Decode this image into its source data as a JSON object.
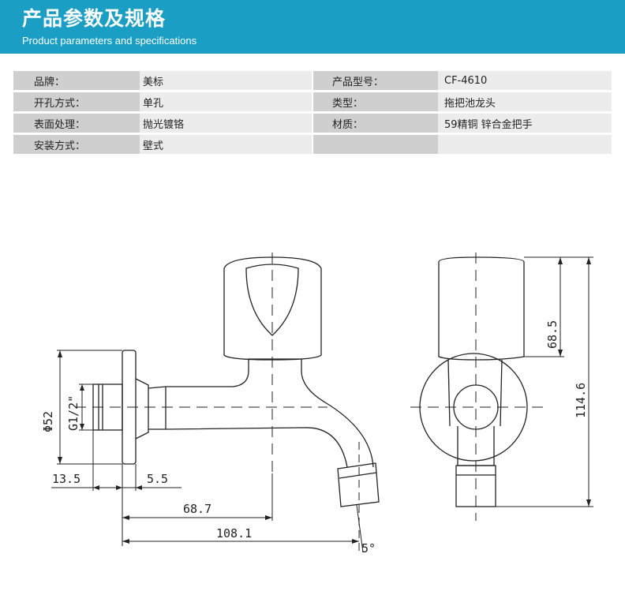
{
  "header": {
    "title": "产品参数及规格",
    "subtitle": "Product parameters and specifications",
    "color": "#1a9ec4"
  },
  "specs": [
    {
      "label": "品牌：",
      "value": "美标",
      "label2": "产品型号：",
      "value2": "CF-4610"
    },
    {
      "label": "开孔方式：",
      "value": "单孔",
      "label2": "类型：",
      "value2": "拖把池龙头"
    },
    {
      "label": "表面处理：",
      "value": "抛光镀铬",
      "label2": "材质：",
      "value2": "59精铜 锌合金把手"
    },
    {
      "label": "安装方式：",
      "value": "壁式",
      "label2": "",
      "value2": ""
    }
  ],
  "drawing": {
    "dims": {
      "flange": "Φ52",
      "thread": "G1/2\"",
      "d1": "13.5",
      "d2": "5.5",
      "d3": "68.7",
      "d4": "108.1",
      "angle": "5°",
      "h1": "68.5",
      "h2": "114.6"
    }
  }
}
